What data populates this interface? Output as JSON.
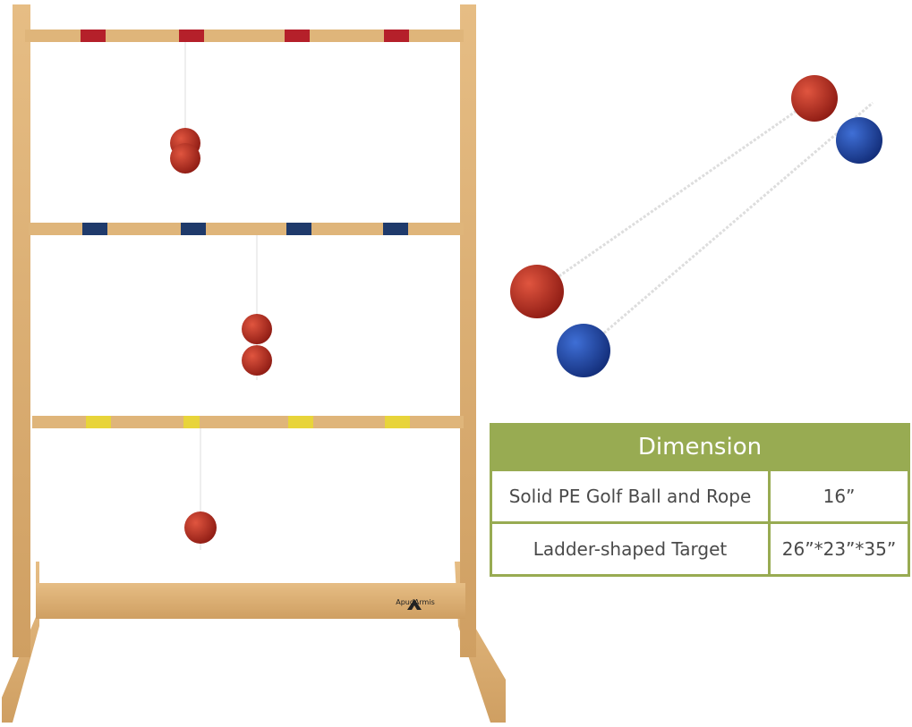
{
  "product": {
    "brand_logo": "ApudArmis",
    "rung_colors": [
      "#b5202a",
      "#1f3a6b",
      "#e8d43a"
    ],
    "ball_colors": {
      "red": "#b8271f",
      "blue": "#1d47a8"
    },
    "wood_color": "#d9ad72"
  },
  "dimension_table": {
    "title": "Dimension",
    "header_color": "#98ab52",
    "rows": [
      {
        "item": "Solid PE Golf Ball and Rope",
        "size": "16”"
      },
      {
        "item": "Ladder-shaped Target",
        "size": "26”*23”*35”"
      }
    ]
  }
}
